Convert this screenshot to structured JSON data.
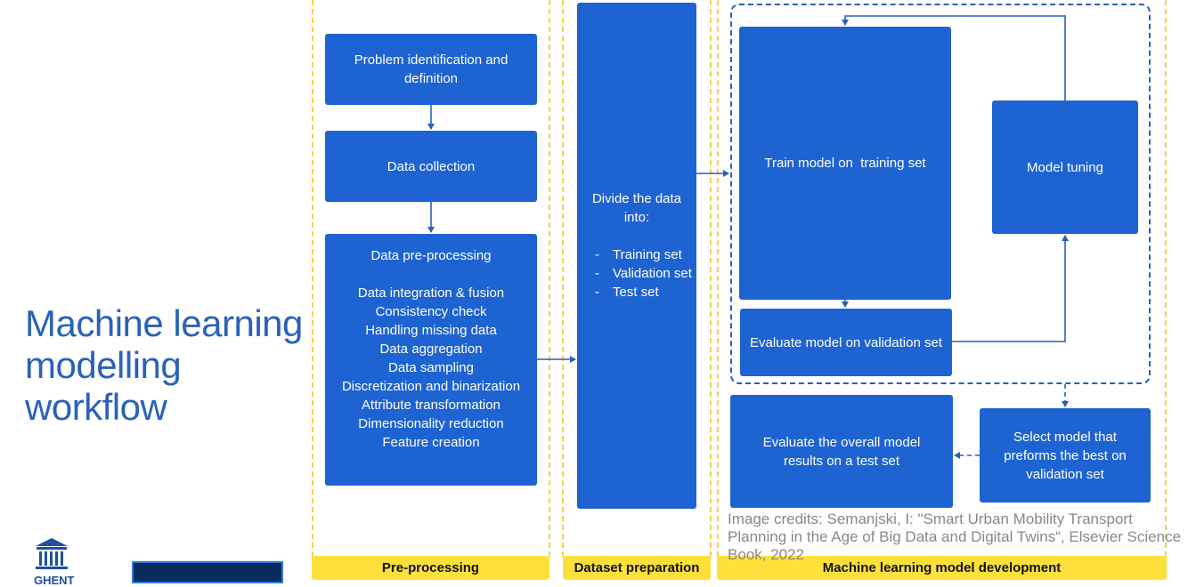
{
  "title": [
    "Machine learning",
    "modelling",
    "workflow"
  ],
  "columns": {
    "preprocessing": "Pre-processing",
    "dataset_prep": "Dataset preparation",
    "ml_dev": "Machine learning model development"
  },
  "boxes": {
    "problem": [
      "Problem identification and",
      "definition"
    ],
    "collection": "Data collection",
    "preproc_title": "Data pre-processing",
    "preproc_items": [
      "Data integration & fusion",
      "Consistency check",
      "Handling missing data",
      "Data aggregation",
      "Data sampling",
      "Discretization and binarization",
      "Attribute transformation",
      "Dimensionality reduction",
      "Feature creation"
    ],
    "divide_title": [
      "Divide the data",
      "into:"
    ],
    "divide_items": [
      "Training set",
      "Validation set",
      "Test set"
    ],
    "train": "Train model on  training set",
    "tuning": "Model tuning",
    "evaluate_val": "Evaluate model on validation set",
    "select": [
      "Select model that",
      "preforms the best on",
      "validation set"
    ],
    "evaluate_test": [
      "Evaluate the overall model",
      "results on a test set"
    ]
  },
  "credits": "Image credits: Semanjski, I: \"Smart Urban Mobility Transport Planning in the Age of Big Data and Digital Twins“, Elsevier Science Book, 2022",
  "logo": {
    "icon": "university-building-icon",
    "text": "GHENT"
  },
  "colors": {
    "box": "#1e63d2",
    "title": "#2a62b8",
    "label_bg": "#fde03a",
    "column_border": "#f3d34a",
    "frame": "#2a5fb8"
  }
}
